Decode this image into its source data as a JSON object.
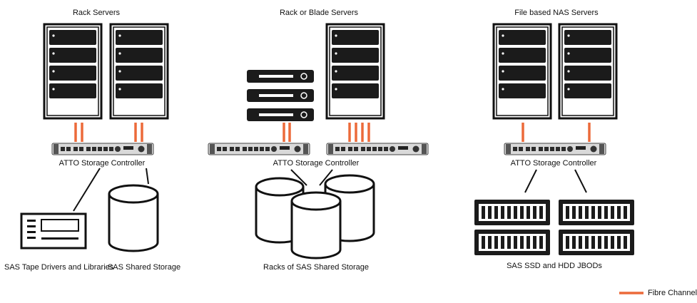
{
  "colors": {
    "fibre_channel": "#ec6a3a",
    "stroke": "#111111",
    "drive": "#1b1b1b",
    "panel": "#ffffff"
  },
  "sections": {
    "rack": {
      "title": "Rack Servers",
      "controller_label": "ATTO Storage Controller",
      "tape_label": "SAS Tape Drivers and Libraries",
      "storage_label": "SAS Shared Storage"
    },
    "blade": {
      "title": "Rack or Blade Servers",
      "controller_label": "ATTO Storage Controller",
      "storage_label": "Racks of SAS Shared Storage"
    },
    "nas": {
      "title": "File based NAS Servers",
      "controller_label": "ATTO Storage Controller",
      "storage_label": "SAS SSD and HDD JBODs"
    }
  },
  "legend": {
    "label": "Fibre Channel",
    "icon": "orange-line-icon"
  }
}
